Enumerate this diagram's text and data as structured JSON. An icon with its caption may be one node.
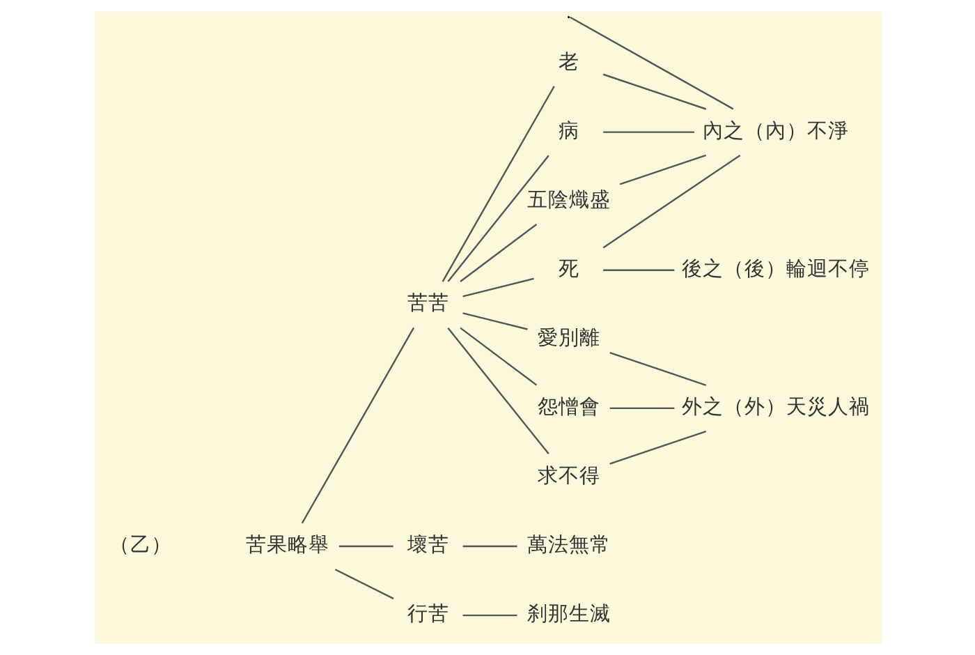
{
  "diagram": {
    "nodes": [
      {
        "text": [
          "苦果略舉"
        ]
      },
      {
        "text": [
          "苦苦"
        ]
      },
      {
        "text": [
          "老"
        ]
      },
      {
        "text": [
          "病"
        ]
      },
      {
        "text": [
          "死"
        ]
      },
      {
        "text": [
          "愛別離"
        ]
      },
      {
        "text": [
          "怨憎會"
        ]
      },
      {
        "text": [
          "求不得"
        ]
      },
      {
        "text": [
          "五陰熾盛"
        ]
      },
      {
        "text": [
          "壞苦"
        ]
      },
      {
        "text": [
          "萬法無常"
        ]
      },
      {
        "text": [
          "行苦"
        ]
      },
      {
        "text": [
          "刹那生滅"
        ]
      },
      {
        "text": [
          "內之（內）不淨"
        ]
      },
      {
        "text": [
          "後之（後）輪迴不停"
        ]
      },
      {
        "text": [
          "外之（外）天災人禍"
        ]
      }
    ],
    "edges": [
      {
        "from": 0,
        "to": 1,
        "arrow": "none"
      },
      {
        "from": 0,
        "to": 9,
        "arrow": "none"
      },
      {
        "from": 0,
        "to": 11,
        "arrow": "none"
      },
      {
        "from": 1,
        "to": 2,
        "arrow": "none"
      },
      {
        "from": 1,
        "to": 3,
        "arrow": "none"
      },
      {
        "from": 1,
        "to": 4,
        "arrow": "none"
      },
      {
        "from": 1,
        "to": 5,
        "arrow": "none"
      },
      {
        "from": 1,
        "to": 6,
        "arrow": "none"
      },
      {
        "from": 1,
        "to": 7,
        "arrow": "none"
      },
      {
        "from": 1,
        "to": 8,
        "arrow": "none"
      },
      {
        "from": 9,
        "to": 10,
        "arrow": "none"
      },
      {
        "from": 11,
        "to": 12,
        "arrow": "none"
      },
      {
        "from": null,
        "to": 13,
        "arrow": "none"
      },
      {
        "from": 2,
        "to": 13,
        "arrow": "none"
      },
      {
        "from": 3,
        "to": 13,
        "arrow": "none"
      },
      {
        "from": 4,
        "to": 13,
        "arrow": "none"
      },
      {
        "from": 8,
        "to": 13,
        "arrow": "none"
      },
      {
        "from": 4,
        "to": 14,
        "arrow": "none"
      },
      {
        "from": 5,
        "to": 15,
        "arrow": "none"
      },
      {
        "from": 6,
        "to": 15,
        "arrow": "none"
      },
      {
        "from": 7,
        "to": 15,
        "arrow": "none"
      }
    ],
    "labels": [
      "（乙）"
    ]
  }
}
